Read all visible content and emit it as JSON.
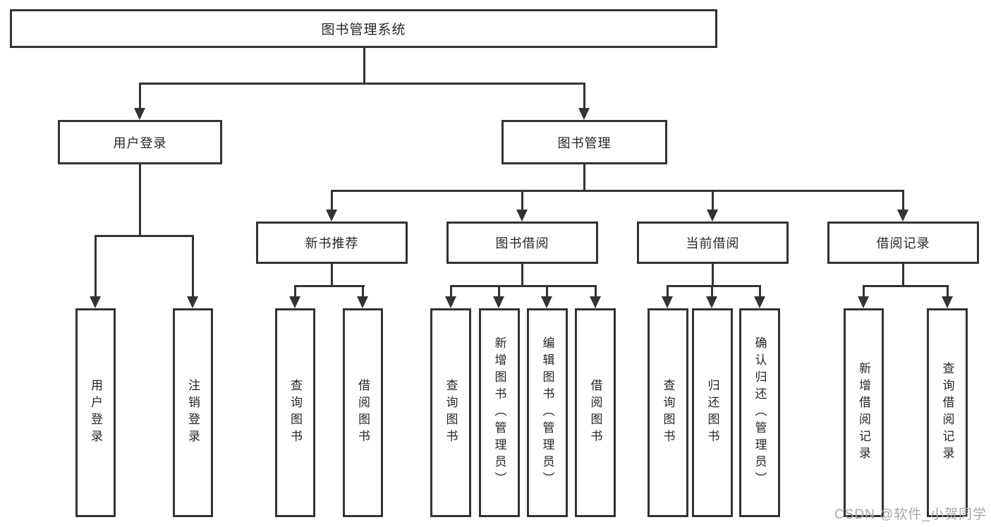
{
  "diagram": {
    "type": "tree-structure-chart",
    "root": {
      "label": "图书管理系统"
    },
    "level2": [
      {
        "label": "用户登录",
        "parent": "图书管理系统"
      },
      {
        "label": "图书管理",
        "parent": "图书管理系统"
      }
    ],
    "level3": [
      {
        "label": "新书推荐",
        "parent": "图书管理"
      },
      {
        "label": "图书借阅",
        "parent": "图书管理"
      },
      {
        "label": "当前借阅",
        "parent": "图书管理"
      },
      {
        "label": "借阅记录",
        "parent": "图书管理"
      }
    ],
    "leaves": [
      {
        "label": "用户登录",
        "parent": "用户登录"
      },
      {
        "label": "注销登录",
        "parent": "用户登录"
      },
      {
        "label": "查询图书",
        "parent": "新书推荐"
      },
      {
        "label": "借阅图书",
        "parent": "新书推荐"
      },
      {
        "label": "查询图书",
        "parent": "图书借阅"
      },
      {
        "label": "新增图书（管理员）",
        "parent": "图书借阅"
      },
      {
        "label": "编辑图书（管理员）",
        "parent": "图书借阅"
      },
      {
        "label": "借阅图书",
        "parent": "图书借阅"
      },
      {
        "label": "查询图书",
        "parent": "当前借阅"
      },
      {
        "label": "归还图书",
        "parent": "当前借阅"
      },
      {
        "label": "确认归还（管理员）",
        "parent": "当前借阅"
      },
      {
        "label": "新增借阅记录",
        "parent": "借阅记录"
      },
      {
        "label": "查询借阅记录",
        "parent": "借阅记录"
      }
    ],
    "watermark": "CSDN @软件_小贺同学",
    "colors": {
      "border": "#333333",
      "line": "#333333",
      "text": "#262626",
      "watermark": "#a8a8a8",
      "background": "#ffffff"
    }
  }
}
